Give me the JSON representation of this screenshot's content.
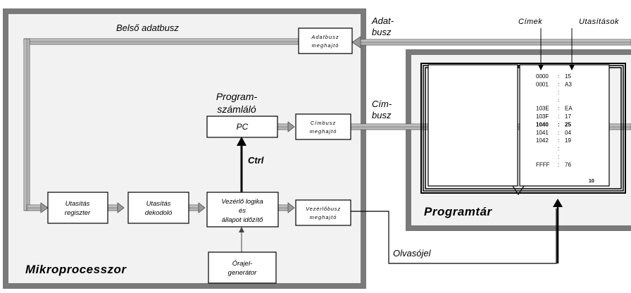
{
  "processor": {
    "title": "Mikroprocesszor",
    "internal_bus_label": "Belső adatbusz",
    "ctrl_label": "Ctrl",
    "program_counter_label_line1": "Program-",
    "program_counter_label_line2": "számláló",
    "pc_box": "PC",
    "instr_register": [
      "Utasítás",
      "regiszter"
    ],
    "instr_decoder": [
      "Utasítás",
      "dekodoló"
    ],
    "control_logic": [
      "Vezérlő logika",
      "és",
      "állapot időzítő"
    ],
    "clock_generator": [
      "Órajel-",
      "generátor"
    ],
    "data_bus_driver": [
      "Adatbusz",
      "meghajtó"
    ],
    "address_bus_driver": [
      "Címbusz",
      "meghajtó"
    ],
    "control_bus_driver": [
      "Vezérlőbusz",
      "meghajtó"
    ]
  },
  "external": {
    "data_bus": [
      "Adat-",
      "busz"
    ],
    "address_bus": [
      "Cím-",
      "busz"
    ],
    "read_signal": "Olvasójel"
  },
  "program_store": {
    "title": "Programtár",
    "addresses_header": "Címek",
    "instructions_header": "Utasítások",
    "page_number": "10",
    "rows": [
      {
        "addr": "0000",
        "sep": ":",
        "val": "15",
        "bold": false
      },
      {
        "addr": "0001",
        "sep": ":",
        "val": "A3",
        "bold": false
      },
      {
        "addr": "",
        "sep": ":",
        "val": "",
        "bold": false
      },
      {
        "addr": "",
        "sep": ":",
        "val": "",
        "bold": false
      },
      {
        "addr": "103E",
        "sep": ":",
        "val": "EA",
        "bold": false
      },
      {
        "addr": "103F",
        "sep": ":",
        "val": "17",
        "bold": false
      },
      {
        "addr": "1040",
        "sep": ":",
        "val": "25",
        "bold": true
      },
      {
        "addr": "1041",
        "sep": ":",
        "val": "04",
        "bold": false
      },
      {
        "addr": "1042",
        "sep": ":",
        "val": "19",
        "bold": false
      },
      {
        "addr": "",
        "sep": ":",
        "val": "",
        "bold": false
      },
      {
        "addr": "",
        "sep": ":",
        "val": "",
        "bold": false
      },
      {
        "addr": "FFFF",
        "sep": ":",
        "val": "76",
        "bold": false
      }
    ]
  }
}
